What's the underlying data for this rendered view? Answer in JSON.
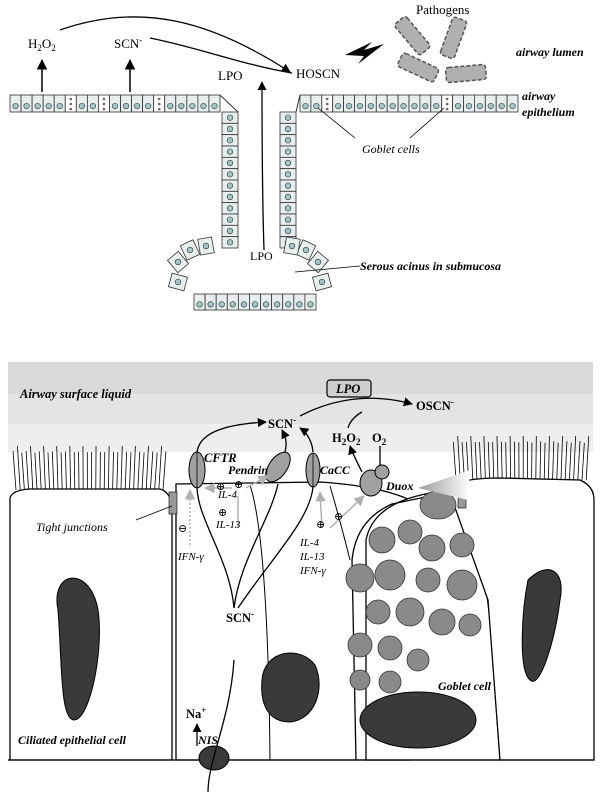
{
  "top_panel": {
    "h2o2": "H",
    "h2o2_sub": "2",
    "h2o2_o": "O",
    "h2o2_sub2": "2",
    "scn": "SCN",
    "scn_sup": "-",
    "lpo_upper": "LPO",
    "hoscn": "HOSCN",
    "pathogens": "Pathogens",
    "airway_lumen": "airway lumen",
    "airway_epithelium_1": "airway",
    "airway_epithelium_2": "epithelium",
    "goblet_cells": "Goblet cells",
    "lpo_lower": "LPO",
    "serous_acinus": "Serous acinus in submucosa"
  },
  "bottom_panel": {
    "asl": "Airway surface liquid",
    "lpo_box": "LPO",
    "scn_top": "SCN",
    "scn_top_sup": "-",
    "oscn": "OSCN",
    "oscn_sup": "-",
    "h2o2": "H",
    "h2o2_sub": "2",
    "h2o2_o": "O",
    "h2o2_sub2": "2",
    "o2": "O",
    "o2_sub": "2",
    "cftr": "CFTR",
    "pendrin": "Pendrin",
    "cacc": "CaCC",
    "duox": "Duox",
    "il4_a": "IL-4",
    "il13_a": "IL-13",
    "ifn_a": "IFN-γ",
    "il4_b": "IL-4",
    "il13_b": "IL-13",
    "ifn_b": "IFN-γ",
    "plus": "⊕",
    "minus": "⊖",
    "tight_junctions": "Tight junctions",
    "scn_mid": "SCN",
    "scn_mid_sup": "-",
    "goblet_cell": "Goblet cell",
    "na": "Na",
    "na_sup": "+",
    "nis": "NIS",
    "ciliated_cell": "Ciliated epithelial cell"
  },
  "colors": {
    "asl_band_1": "#d9d9d9",
    "asl_band_2": "#e4e4e4",
    "asl_band_3": "#eeeeee",
    "nucleus_dark": "#3a3a3a",
    "granule": "#8a8a8a",
    "channel": "#a0a0a0",
    "pathogen": "#b0b0b0",
    "cell_fill_top": "#e8eeee",
    "nucleus_top": "#9ec8c8"
  }
}
